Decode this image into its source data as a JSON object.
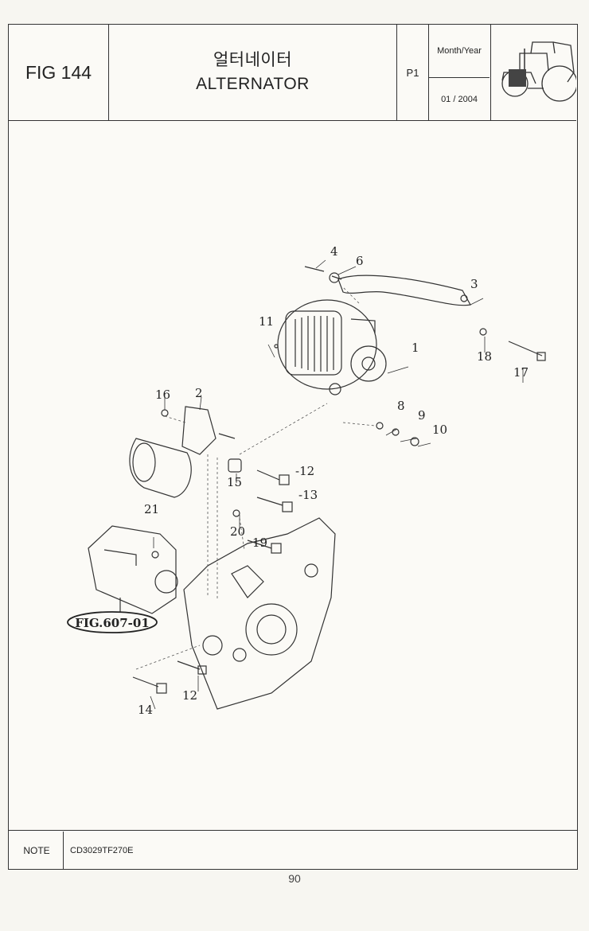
{
  "header": {
    "fig": "FIG 144",
    "title_ko": "얼터네이터",
    "title_en": "ALTERNATOR",
    "page": "P1",
    "date_label": "Month/Year",
    "date_value": "01 / 2004"
  },
  "callouts": {
    "n1": "1",
    "n2": "2",
    "n3": "3",
    "n4": "4",
    "n6": "6",
    "n8": "8",
    "n9": "9",
    "n10": "10",
    "n11": "11",
    "n12a": "-12",
    "n12b": "12",
    "n13": "-13",
    "n14": "14",
    "n15": "15",
    "n16": "16",
    "n17": "17",
    "n18": "18",
    "n19": "19",
    "n20": "20",
    "n21": "21"
  },
  "fig_ref": "FIG.607-01",
  "footer": {
    "note_label": "NOTE",
    "note_value": "CD3029TF270E"
  },
  "page_number": "90"
}
